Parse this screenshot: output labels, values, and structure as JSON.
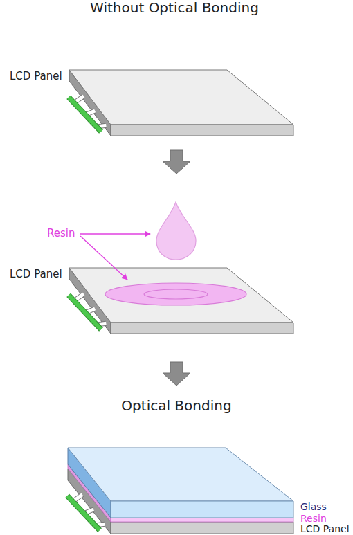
{
  "diagram": {
    "title": "Without Optical Bonding",
    "labels": [
      "LCD Panel",
      "Resin",
      "LCD Panel",
      "Optical Bonding",
      "Glass",
      "Resin",
      "LCD Panel"
    ]
  }
}
